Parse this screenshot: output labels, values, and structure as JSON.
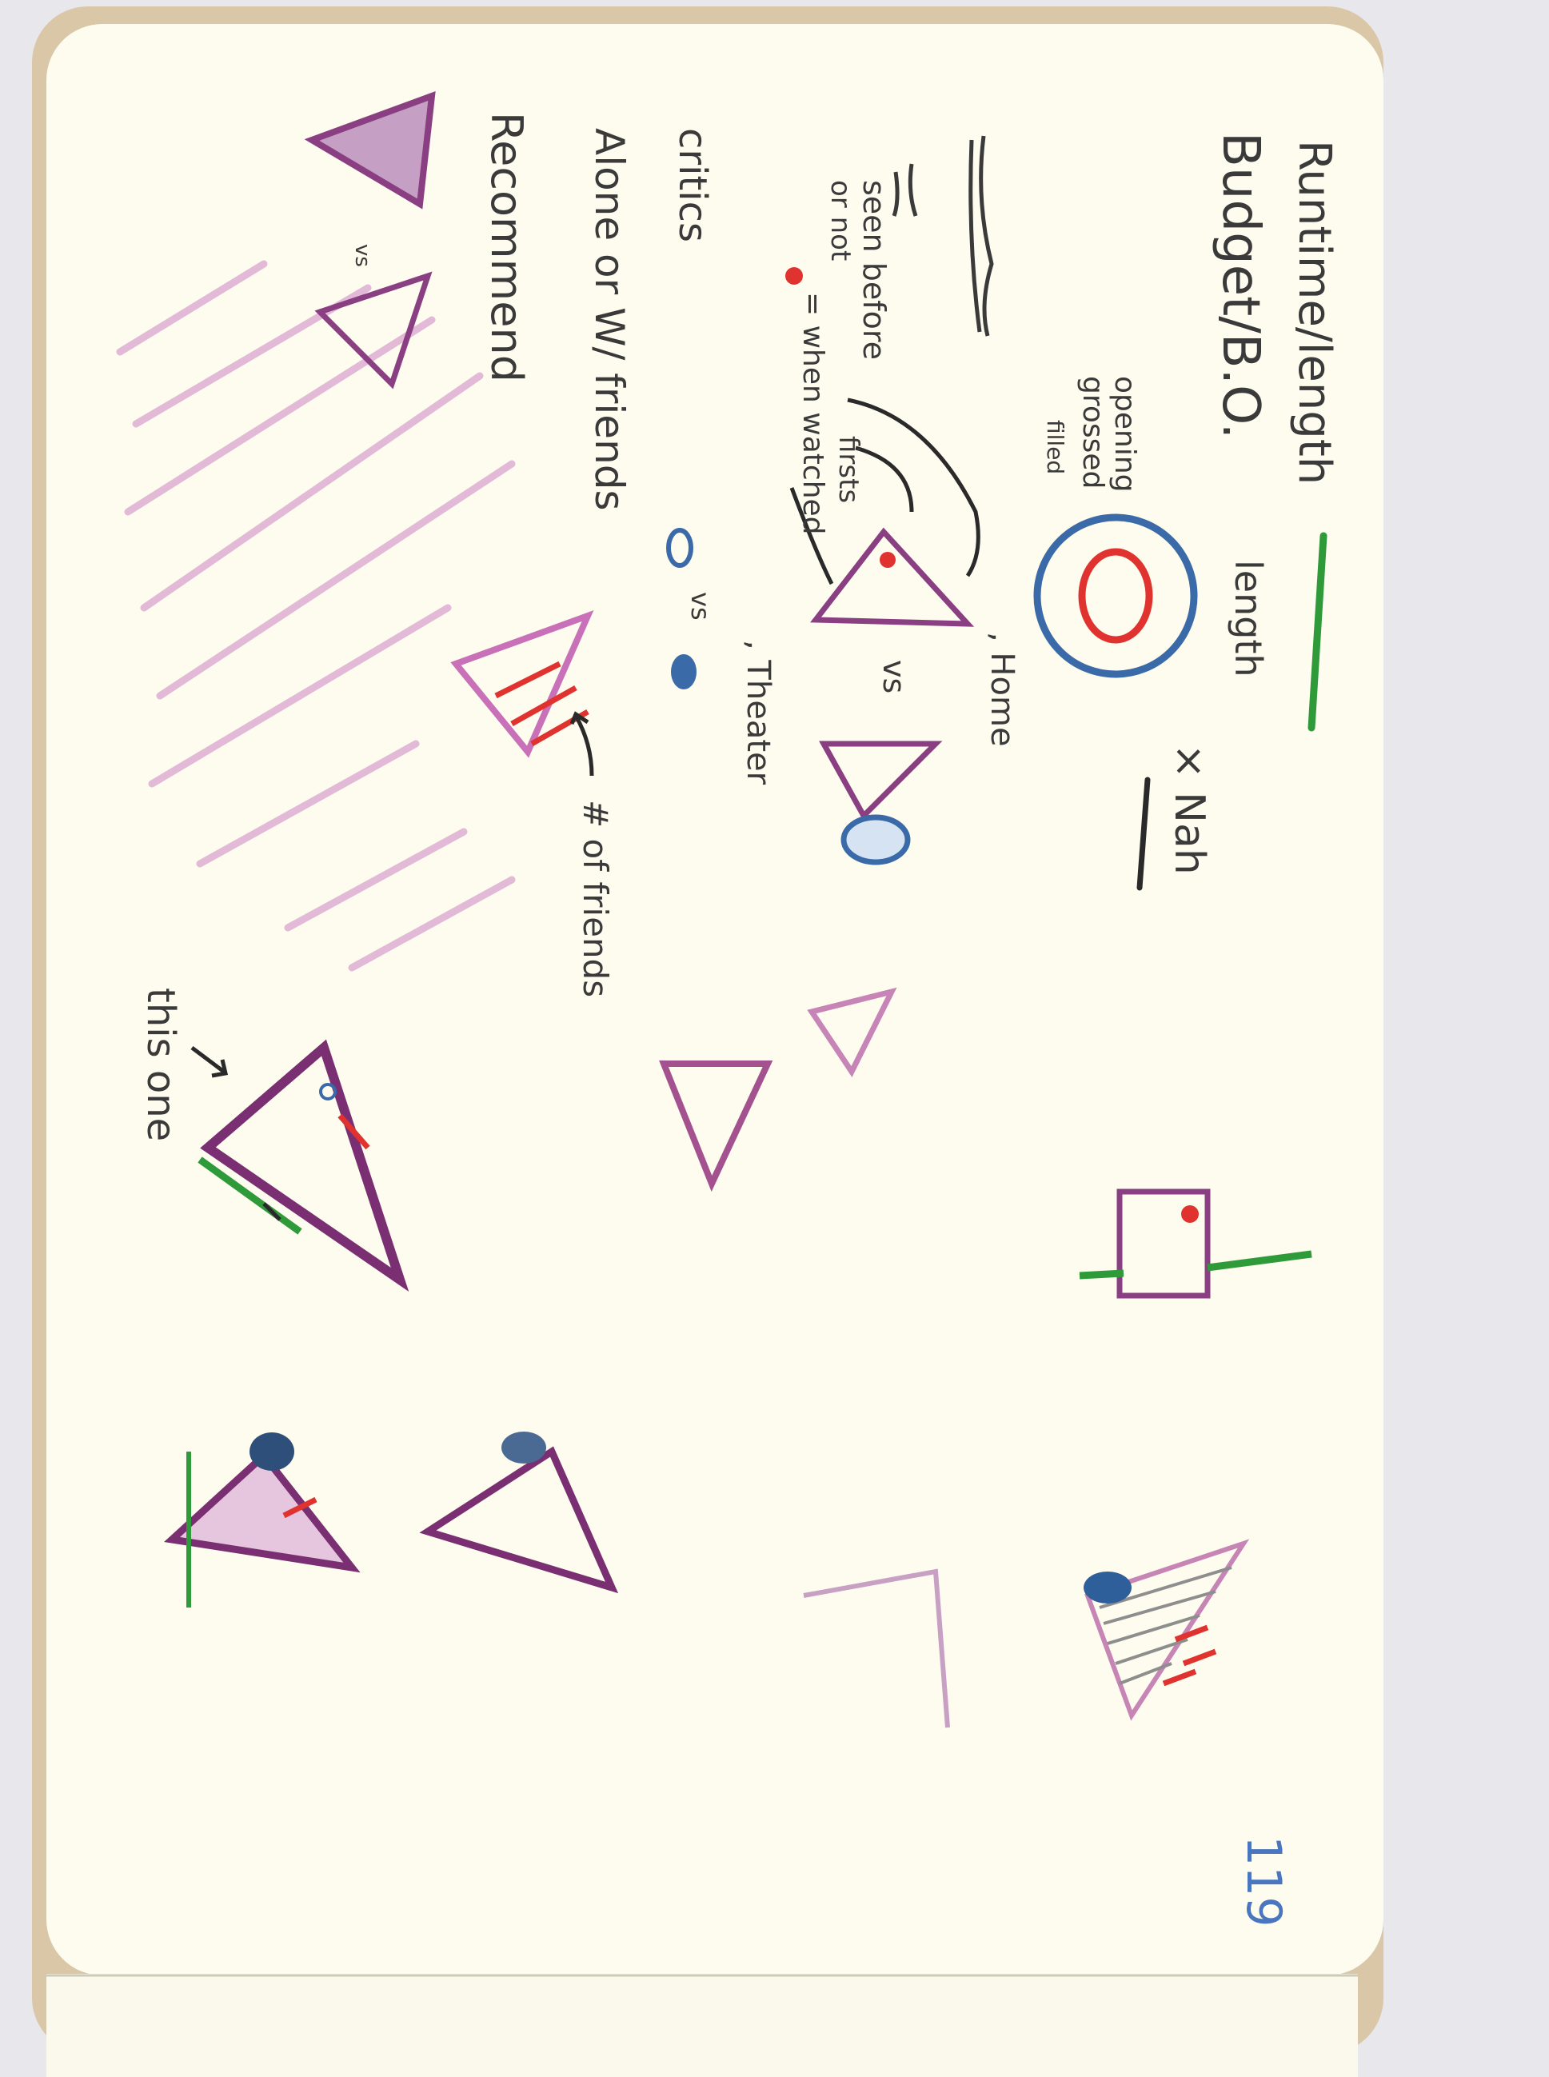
{
  "notes": {
    "runtime_length": "Runtime/length",
    "length": "length",
    "times_nah": "× Nah",
    "budget_bo": "Budget/B.O.",
    "opening": "opening",
    "grossed": "grossed",
    "filled": "filled",
    "home": ", Home",
    "vs": "vs",
    "theater": ", Theater",
    "seen_before": "seen before",
    "or_not": "or not",
    "when_watched": "= when watched",
    "firsts": "firsts",
    "critics": "critics",
    "alone_or_with_friends": "Alone or W/ friends",
    "num_of_friends": "# of friends",
    "recommend": "Recommend",
    "this_one": "this one",
    "page_number": "119"
  },
  "colors": {
    "paper": "#fdfcee",
    "purple": "#8a3f82",
    "pink": "#d9a3cf",
    "green": "#2f9a3a",
    "red": "#e0332f",
    "blue": "#3a6aa8",
    "pencil": "#3a3a3a"
  }
}
